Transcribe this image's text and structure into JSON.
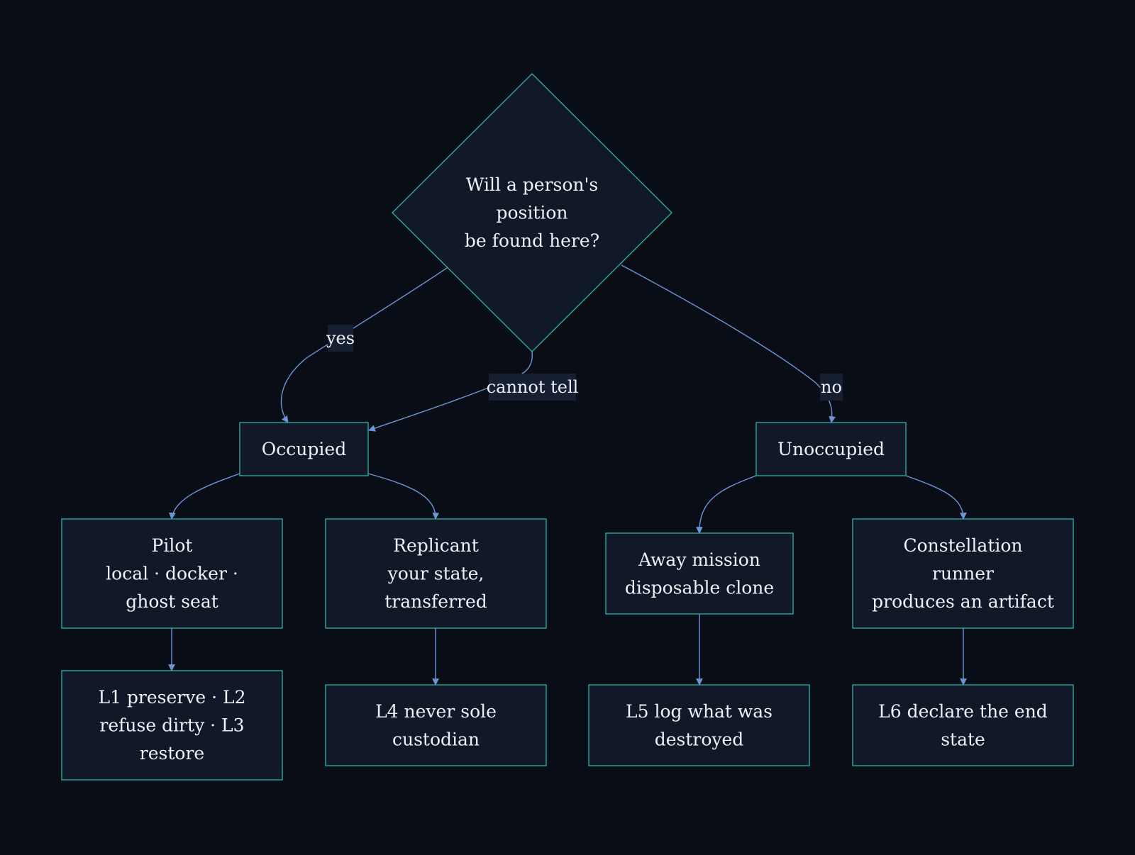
{
  "diagram": {
    "nodes": [
      {
        "id": "decision",
        "lines": [
          "Will a person's",
          "position",
          "be found here?"
        ]
      },
      {
        "id": "occupied",
        "lines": [
          "Occupied"
        ]
      },
      {
        "id": "unoccupied",
        "lines": [
          "Unoccupied"
        ]
      },
      {
        "id": "pilot",
        "lines": [
          "Pilot",
          "local · docker ·",
          "ghost seat"
        ]
      },
      {
        "id": "replicant",
        "lines": [
          "Replicant",
          "your state,",
          "transferred"
        ]
      },
      {
        "id": "away_mission",
        "lines": [
          "Away mission",
          "disposable clone"
        ]
      },
      {
        "id": "constellation",
        "lines": [
          "Constellation",
          "runner",
          "produces an artifact"
        ]
      },
      {
        "id": "l123",
        "lines": [
          "L1 preserve · L2",
          "refuse dirty · L3",
          "restore"
        ]
      },
      {
        "id": "l4",
        "lines": [
          "L4 never sole",
          "custodian"
        ]
      },
      {
        "id": "l5",
        "lines": [
          "L5 log what was",
          "destroyed"
        ]
      },
      {
        "id": "l6",
        "lines": [
          "L6 declare the end",
          "state"
        ]
      }
    ],
    "edges": [
      {
        "from": "decision",
        "to": "occupied",
        "label": "yes"
      },
      {
        "from": "decision",
        "to": "occupied",
        "label": "cannot tell"
      },
      {
        "from": "decision",
        "to": "unoccupied",
        "label": "no"
      },
      {
        "from": "occupied",
        "to": "pilot",
        "label": ""
      },
      {
        "from": "occupied",
        "to": "replicant",
        "label": ""
      },
      {
        "from": "unoccupied",
        "to": "away_mission",
        "label": ""
      },
      {
        "from": "unoccupied",
        "to": "constellation",
        "label": ""
      },
      {
        "from": "pilot",
        "to": "l123",
        "label": ""
      },
      {
        "from": "replicant",
        "to": "l4",
        "label": ""
      },
      {
        "from": "away_mission",
        "to": "l5",
        "label": ""
      },
      {
        "from": "constellation",
        "to": "l6",
        "label": ""
      }
    ],
    "colors": {
      "background": "#090d15",
      "node_fill": "#111827",
      "node_stroke": "#2fb3a7",
      "edge": "#6d95d6",
      "label_bg": "#172033",
      "text": "#eef1f6"
    }
  }
}
